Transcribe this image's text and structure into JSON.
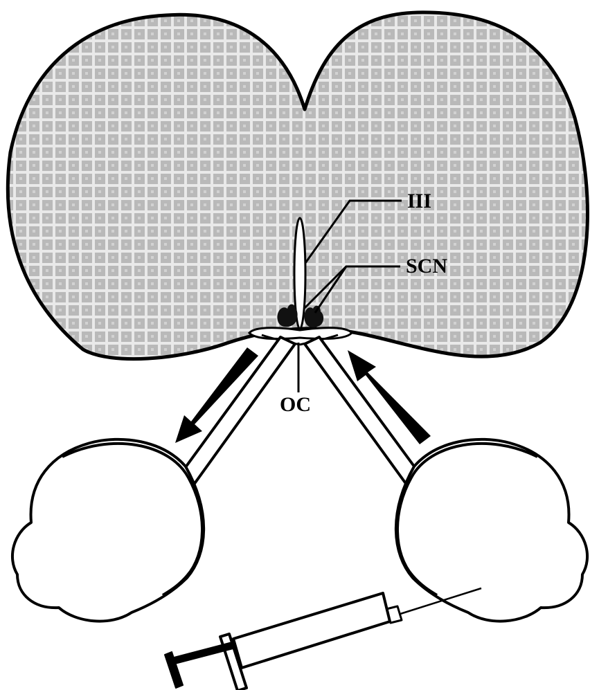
{
  "labels": {
    "third_ventricle": "III",
    "scn": "SCN",
    "optic_chiasm": "OC"
  },
  "colors": {
    "brain_fill": "#b9b9b9",
    "grid_light": "#e9e9e9",
    "ink": "#000000",
    "background": "#ffffff"
  }
}
